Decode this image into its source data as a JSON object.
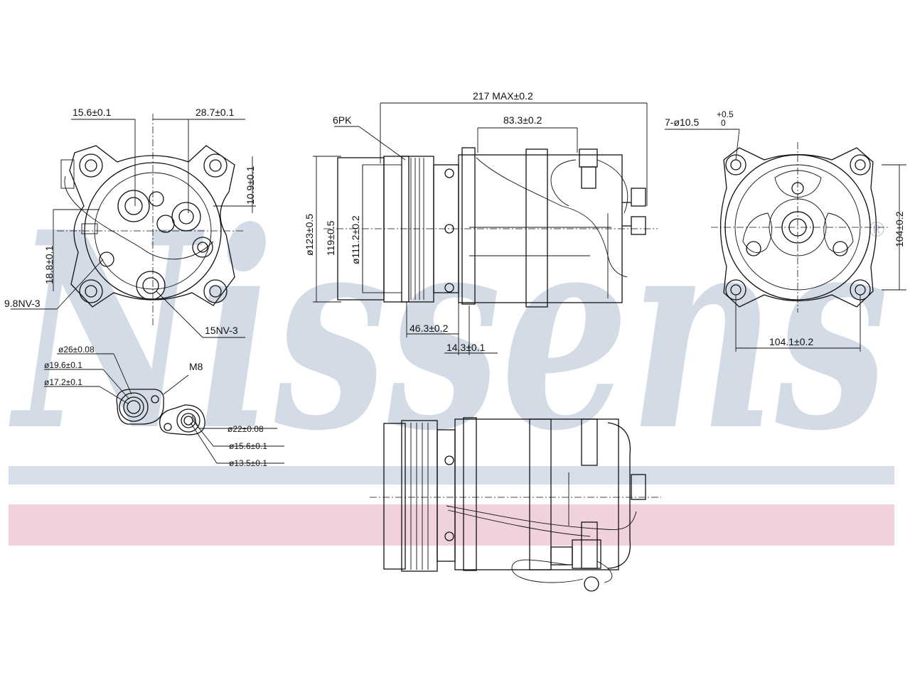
{
  "brand": {
    "watermark_text": "Nissens",
    "registered_mark": "®",
    "watermark_color": "#d3dbe6",
    "stripe_blue": "#d6dfe9",
    "stripe_red": "#f0d3da"
  },
  "front_view": {
    "dim_top_left": "15.6±0.1",
    "dim_top_right": "28.7±0.1",
    "dim_right": "10.9±0.1",
    "dim_left": "18.8±0.1",
    "label_9_8nv": "9.8NV-3",
    "label_15nv": "15NV-3"
  },
  "fittings": {
    "dia_26": "ø26±0.08",
    "dia_19_6": "ø19.6±0.1",
    "dia_17_2": "ø17.2±0.1",
    "thread_m8": "M8",
    "dia_22": "ø22±0.08",
    "dia_15_6": "ø15.6±0.1",
    "dia_13_5": "ø13.5±0.1"
  },
  "side_view": {
    "overall_length": "217 MAX±0.2",
    "belt": "6PK",
    "dim_83_3": "83.3±0.2",
    "dia_123": "ø123±0.5",
    "dim_119": "119±0.5",
    "dia_111": "ø111.2±0.2",
    "dim_46_3": "46.3±0.2",
    "dim_14_3": "14.3±0.1"
  },
  "rear_view": {
    "holes": "7-ø10.5",
    "holes_tol_upper": "+0.5",
    "holes_tol_lower": "0",
    "dim_104_v": "104±0.2",
    "dim_104_1": "104.1±0.2"
  }
}
